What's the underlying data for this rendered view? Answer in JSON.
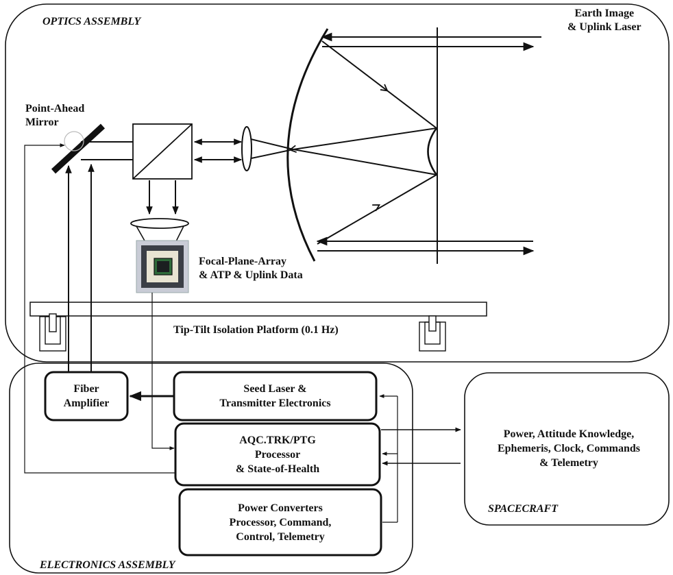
{
  "optics": {
    "title": "OPTICS ASSEMBLY",
    "earth_label": [
      "Earth Image",
      "& Uplink Laser"
    ],
    "mirror_label": [
      "Point-Ahead",
      "Mirror"
    ],
    "fpa_label": [
      "Focal-Plane-Array",
      "& ATP & Uplink Data"
    ],
    "platform_label": "Tip-Tilt Isolation Platform (0.1 Hz)"
  },
  "electronics": {
    "title": "ELECTRONICS ASSEMBLY",
    "fiber_amplifier": [
      "Fiber",
      "Amplifier"
    ],
    "seed_laser": [
      "Seed Laser &",
      "Transmitter Electronics"
    ],
    "processor": [
      "AQC.TRK/PTG",
      "Processor",
      "& State-of-Health"
    ],
    "power_converters": [
      "Power Converters",
      "Processor, Command,",
      "Control, Telemetry"
    ]
  },
  "spacecraft": {
    "title": "SPACECRAFT",
    "services": [
      "Power, Attitude Knowledge,",
      "Ephemeris, Clock, Commands",
      "& Telemetry"
    ]
  },
  "colors": {
    "line": "#111111",
    "fpa_outer": "#c9ccd6",
    "fpa_ring": "#3b3f46",
    "fpa_inner": "#2f6b3a"
  }
}
